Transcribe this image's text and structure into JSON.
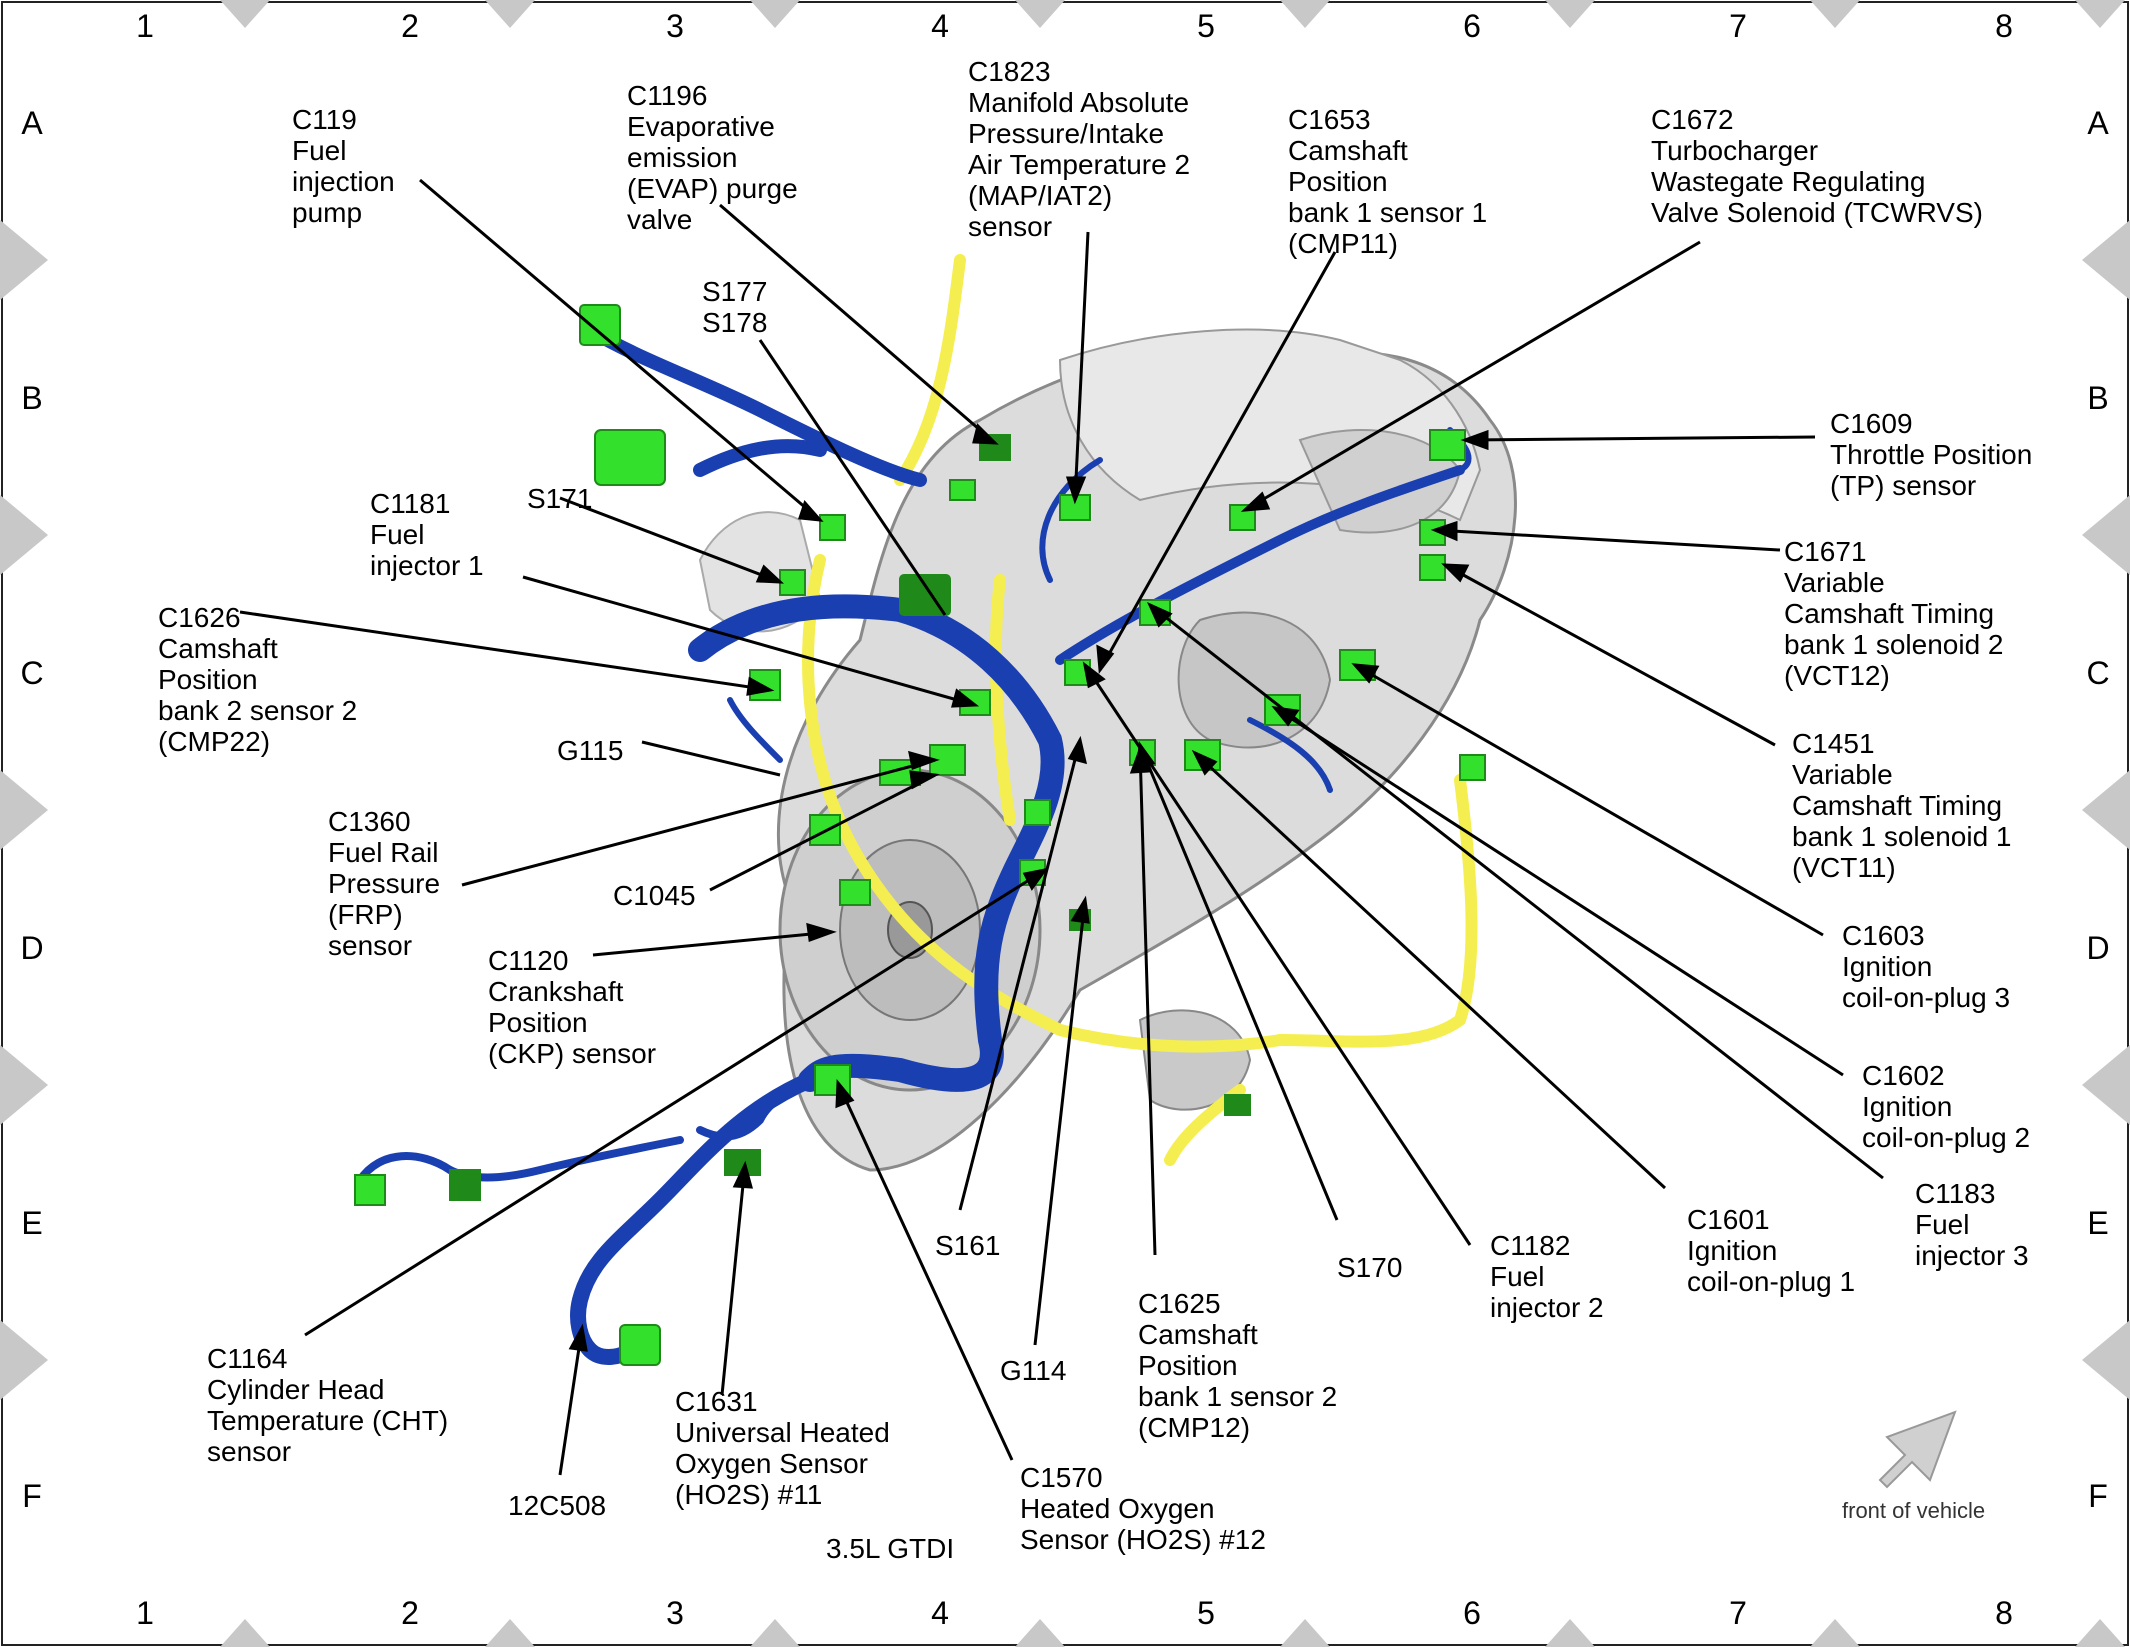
{
  "title": "3.5L GTDI",
  "front_label": "front of vehicle",
  "grid": {
    "columns": [
      "1",
      "2",
      "3",
      "4",
      "5",
      "6",
      "7",
      "8"
    ],
    "rows": [
      "A",
      "B",
      "C",
      "D",
      "E",
      "F"
    ]
  },
  "colors": {
    "harness": "#1a3fb0",
    "harness_dark": "#0f2a8a",
    "yellow_harness": "#f5ee50",
    "connector": "#33e02c",
    "connector_dark": "#1f8a1a",
    "engine": "#d6d6d6",
    "engine_dark": "#9a9a9a",
    "leader": "#000000",
    "border_marker": "#c8c8c8"
  },
  "labels": [
    {
      "id": "c119",
      "lines": [
        "C119",
        "Fuel",
        "injection",
        "pump"
      ]
    },
    {
      "id": "c1196",
      "lines": [
        "C1196",
        "Evaporative",
        "emission",
        "(EVAP) purge",
        "valve"
      ]
    },
    {
      "id": "c1823",
      "lines": [
        "C1823",
        "Manifold Absolute",
        "Pressure/Intake",
        "Air Temperature 2",
        "(MAP/IAT2)",
        "sensor"
      ]
    },
    {
      "id": "c1653",
      "lines": [
        "C1653",
        "Camshaft",
        "Position",
        "bank 1 sensor 1",
        "(CMP11)"
      ]
    },
    {
      "id": "c1672",
      "lines": [
        "C1672",
        "Turbocharger",
        "Wastegate Regulating",
        "Valve Solenoid (TCWRVS)"
      ]
    },
    {
      "id": "s177",
      "lines": [
        "S177",
        "S178"
      ]
    },
    {
      "id": "c1609",
      "lines": [
        "C1609",
        "Throttle Position",
        "(TP) sensor"
      ]
    },
    {
      "id": "s171",
      "lines": [
        "S171"
      ]
    },
    {
      "id": "c1181",
      "lines": [
        "C1181",
        "Fuel",
        "injector 1"
      ]
    },
    {
      "id": "c1671",
      "lines": [
        "C1671",
        "Variable",
        "Camshaft Timing",
        "bank 1 solenoid 2",
        "(VCT12)"
      ]
    },
    {
      "id": "c1626",
      "lines": [
        "C1626",
        "Camshaft",
        "Position",
        "bank 2 sensor 2",
        "(CMP22)"
      ]
    },
    {
      "id": "c1451",
      "lines": [
        "C1451",
        "Variable",
        "Camshaft Timing",
        "bank 1 solenoid 1",
        "(VCT11)"
      ]
    },
    {
      "id": "g115",
      "lines": [
        "G115"
      ]
    },
    {
      "id": "c1360",
      "lines": [
        "C1360",
        "Fuel Rail",
        "Pressure",
        "(FRP)",
        "sensor"
      ]
    },
    {
      "id": "c1045",
      "lines": [
        "C1045"
      ]
    },
    {
      "id": "c1603",
      "lines": [
        "C1603",
        "Ignition",
        "coil-on-plug 3"
      ]
    },
    {
      "id": "c1120",
      "lines": [
        "C1120",
        "Crankshaft",
        "Position",
        "(CKP) sensor"
      ]
    },
    {
      "id": "c1602",
      "lines": [
        "C1602",
        "Ignition",
        "coil-on-plug 2"
      ]
    },
    {
      "id": "c1183",
      "lines": [
        "C1183",
        "Fuel",
        "injector 3"
      ]
    },
    {
      "id": "c1601",
      "lines": [
        "C1601",
        "Ignition",
        "coil-on-plug 1"
      ]
    },
    {
      "id": "s161",
      "lines": [
        "S161"
      ]
    },
    {
      "id": "c1182",
      "lines": [
        "C1182",
        "Fuel",
        "injector 2"
      ]
    },
    {
      "id": "s170",
      "lines": [
        "S170"
      ]
    },
    {
      "id": "c1625",
      "lines": [
        "C1625",
        "Camshaft",
        "Position",
        "bank 1 sensor 2",
        "(CMP12)"
      ]
    },
    {
      "id": "c1164",
      "lines": [
        "C1164",
        "Cylinder Head",
        "Temperature (CHT)",
        "sensor"
      ]
    },
    {
      "id": "g114",
      "lines": [
        "G114"
      ]
    },
    {
      "id": "c1631",
      "lines": [
        "C1631",
        "Universal Heated",
        "Oxygen Sensor",
        "(HO2S) #11"
      ]
    },
    {
      "id": "c1570",
      "lines": [
        "C1570",
        "Heated Oxygen",
        "Sensor (HO2S) #12"
      ]
    },
    {
      "id": "12c508",
      "lines": [
        "12C508"
      ]
    }
  ]
}
